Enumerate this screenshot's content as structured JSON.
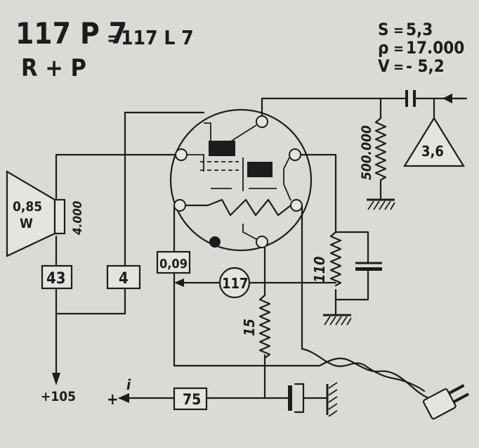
{
  "header": {
    "tube": "117 P 7",
    "equiv_prefix": "=",
    "equiv": "117 L 7",
    "subtitle": "R + P"
  },
  "params": [
    {
      "key": "S",
      "sep": "=",
      "value": "5,3"
    },
    {
      "key": "ρ",
      "sep": "=",
      "value": "17.000"
    },
    {
      "key": "V",
      "sep": "=",
      "value": "- 5,2"
    }
  ],
  "labels": {
    "speaker_power": "0,85",
    "speaker_unit": "W",
    "speaker_imp": "4.000",
    "res_43": "43",
    "res_4": "4",
    "res_009": "0,09",
    "tube_circle": "117",
    "res_500k": "500.000",
    "input_triangle": "3,6",
    "res_110": "110",
    "res_15": "15",
    "res_75": "75",
    "supply": "+105",
    "plus": "+",
    "current": "i"
  }
}
